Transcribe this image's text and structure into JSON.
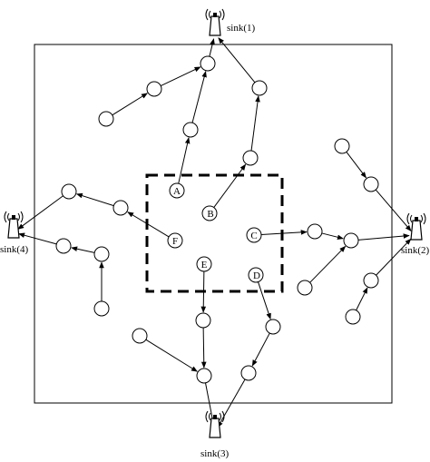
{
  "diagram": {
    "labels": {
      "sink1": "sink(1)",
      "sink2": "sink(2)",
      "sink3": "sink(3)",
      "sink4": "sink(4)",
      "A": "A",
      "B": "B",
      "C": "C",
      "D": "D",
      "E": "E",
      "F": "F"
    },
    "sinks": [
      "sink(1)",
      "sink(2)",
      "sink(3)",
      "sink(4)"
    ],
    "labeled_nodes": [
      "A",
      "B",
      "C",
      "D",
      "E",
      "F"
    ]
  }
}
